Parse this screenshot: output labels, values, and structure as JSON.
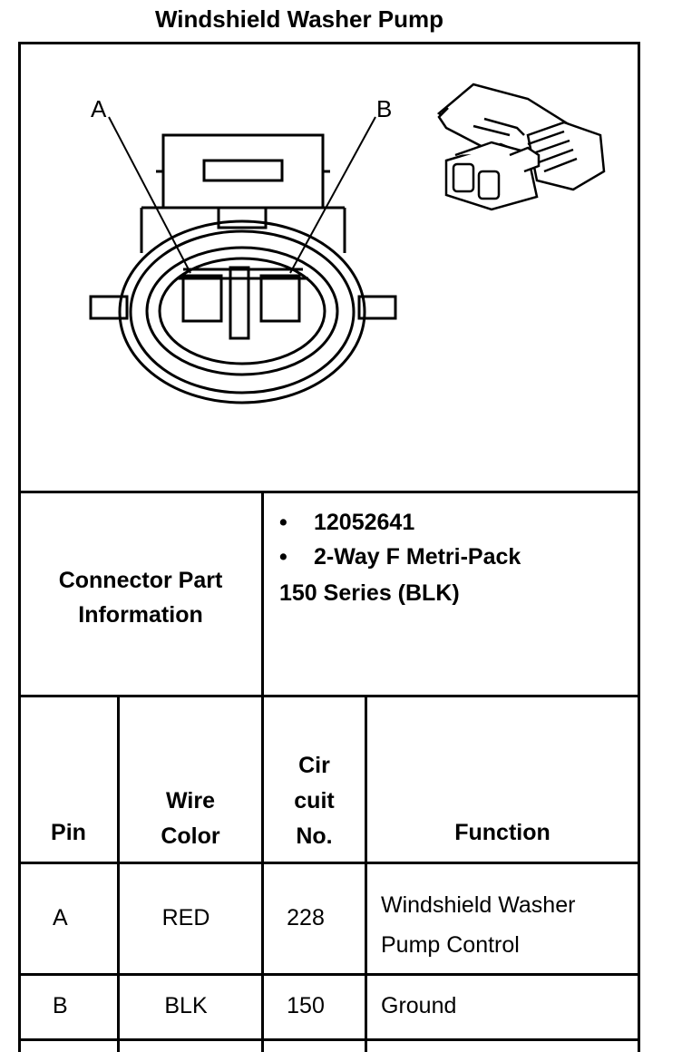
{
  "title": "Windshield Washer Pump",
  "diagram": {
    "pin_label_a": "A",
    "pin_label_b": "B"
  },
  "connector_info": {
    "label_line1": "Connector Part",
    "label_line2": "Information",
    "bullet": "•",
    "part_number": "12052641",
    "type_line1": "2-Way F Metri-Pack",
    "type_line2": "150 Series (BLK)"
  },
  "table": {
    "headers": {
      "pin": "Pin",
      "wire_color_1": "Wire",
      "wire_color_2": "Color",
      "circuit_1": "Cir",
      "circuit_2": "cuit",
      "circuit_3": "No.",
      "function": "Function"
    },
    "rows": [
      {
        "pin": "A",
        "wire_color": "RED",
        "circuit": "228",
        "function_line1": "Windshield Washer",
        "function_line2": "Pump Control"
      },
      {
        "pin": "B",
        "wire_color": "BLK",
        "circuit": "150",
        "function_line1": "Ground",
        "function_line2": ""
      }
    ]
  }
}
